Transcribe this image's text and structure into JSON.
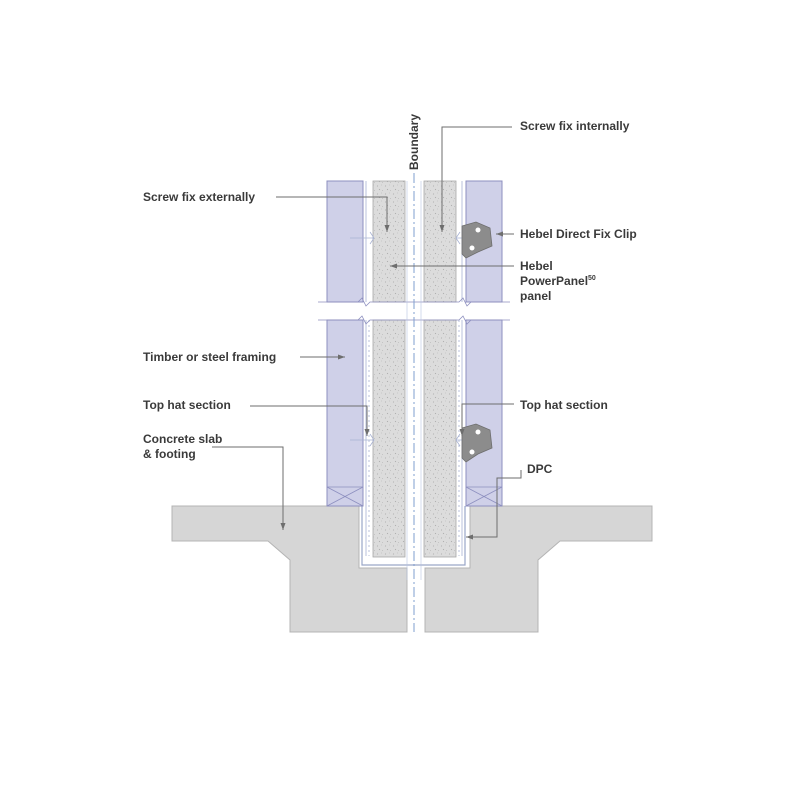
{
  "labels": {
    "boundary": "Boundary",
    "screw_fix_internally": "Screw fix internally",
    "screw_fix_externally": "Screw fix externally",
    "direct_fix_clip": "Hebel Direct Fix Clip",
    "panel_line1": "Hebel",
    "panel_line2": "PowerPanel",
    "panel_superscript": "50",
    "panel_line3": "panel",
    "framing": "Timber or steel framing",
    "top_hat_left": "Top hat section",
    "top_hat_right": "Top hat section",
    "slab_line1": "Concrete slab",
    "slab_line2": "& footing",
    "dpc": "DPC"
  },
  "colors": {
    "framing_fill": "#cfd0e8",
    "framing_stroke": "#8d8fbf",
    "panel_fill": "#d9d9d9",
    "concrete_fill": "#d6d6d6",
    "leader_line": "#6e6e6e",
    "boundary_line": "#7f9fcf",
    "clip_fill": "#8c8c8c"
  }
}
